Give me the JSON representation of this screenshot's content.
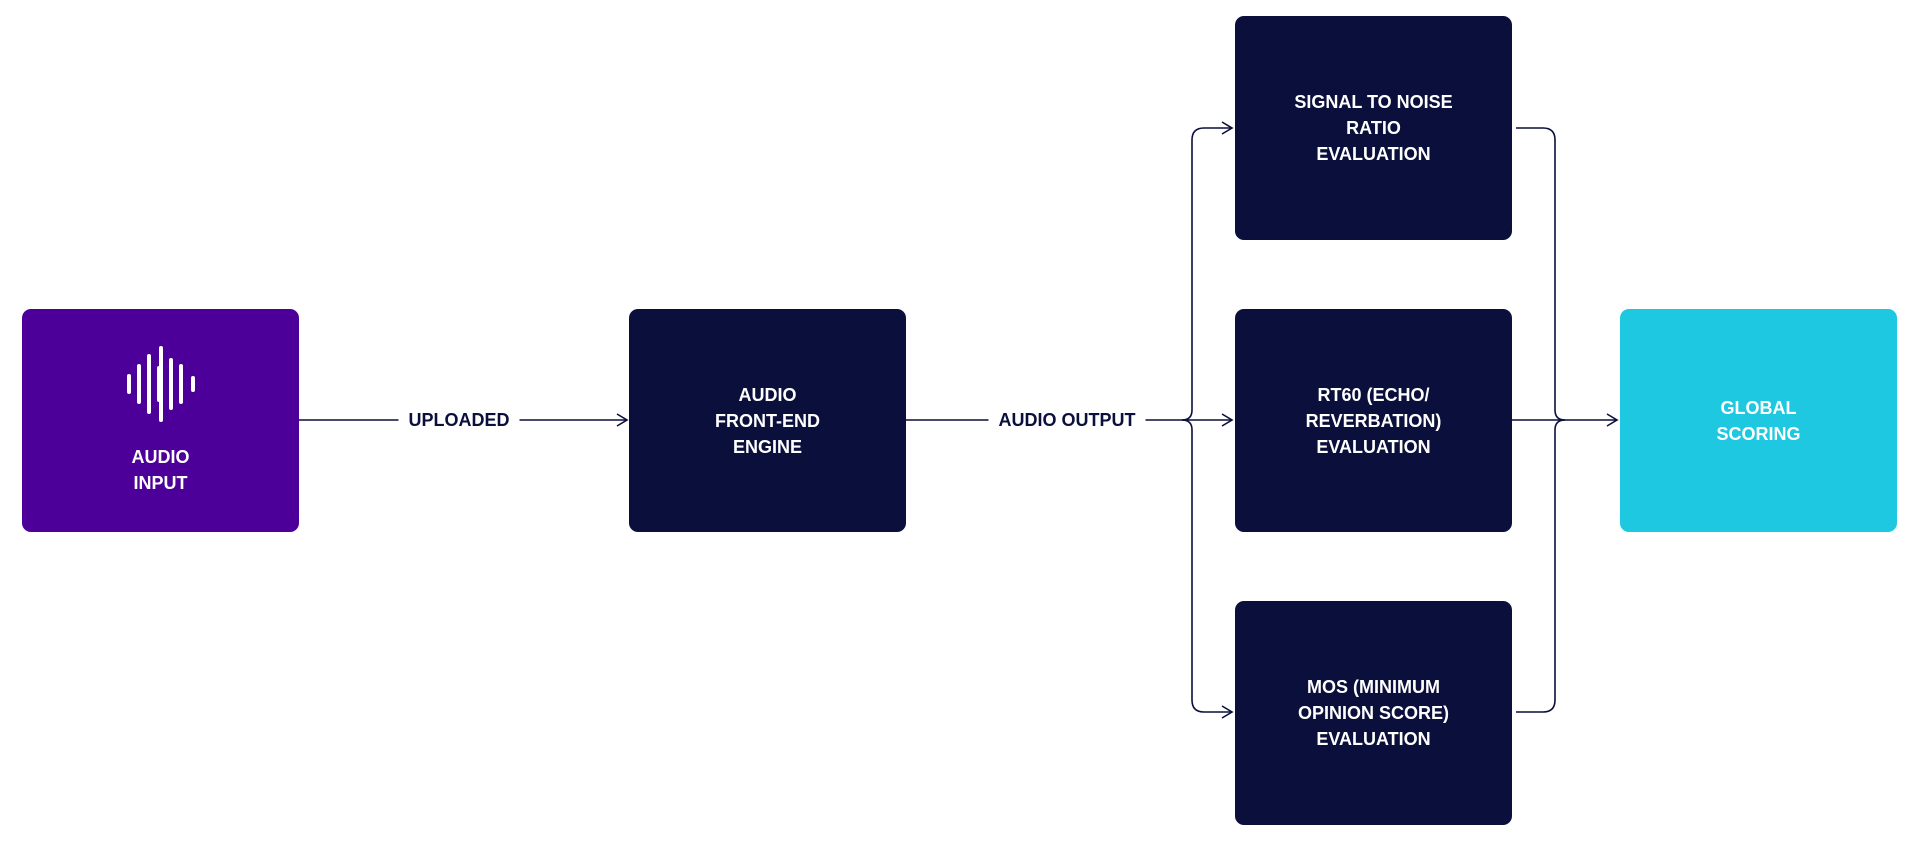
{
  "colors": {
    "input": "#4c0099",
    "engine": "#0b0f3b",
    "evaluation": "#0b0f3b",
    "scoring": "#1ec8e1",
    "line": "#0b0f3b"
  },
  "nodes": {
    "audio_input": {
      "label": "AUDIO\nINPUT",
      "icon": "waveform-icon"
    },
    "front_end": {
      "label": "AUDIO\nFRONT-END\nENGINE"
    },
    "snr": {
      "label": "SIGNAL TO NOISE\nRATIO\nEVALUATION"
    },
    "rt60": {
      "label": "RT60 (ECHO/\nREVERBATION)\nEVALUATION"
    },
    "mos": {
      "label": "MOS (MINIMUM\nOPINION SCORE)\nEVALUATION"
    },
    "scoring": {
      "label": "GLOBAL\nSCORING"
    }
  },
  "edges": {
    "uploaded": "UPLOADED",
    "audio_output": "AUDIO OUTPUT"
  }
}
